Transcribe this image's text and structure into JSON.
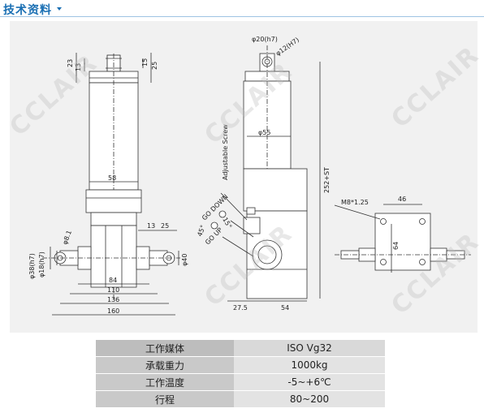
{
  "header": {
    "title": "技术资料"
  },
  "watermark": "CCLAIR",
  "dims": {
    "d23": "23",
    "d13": "13",
    "d15": "15",
    "d25": "25",
    "d58": "58",
    "d84": "84",
    "d110": "110",
    "d136": "136",
    "d160": "160",
    "d13b": "13",
    "d25b": "25",
    "phi81": "φ8.1",
    "phi38": "φ38(h7)",
    "phi18": "φ18(h7)",
    "phi40": "φ40",
    "phi20": "φ20(h7)",
    "phi12": "φ12(H7)",
    "phi55": "φ55",
    "st": "252+ST",
    "d27_5": "27.5",
    "d54": "54",
    "adjustable": "Adjustable Screw",
    "godown": "GO DOWN",
    "goup": "GO UP",
    "deg15": "15°",
    "deg45": "45°",
    "m8": "M8*1.25",
    "d46": "46",
    "d64": "64"
  },
  "specs": [
    {
      "label": "工作媒体",
      "value": "ISO Vg32"
    },
    {
      "label": "承载重力",
      "value": "1000kg"
    },
    {
      "label": "工作温度",
      "value": "-5~+6℃"
    },
    {
      "label": "行程",
      "value": "80~200"
    }
  ]
}
